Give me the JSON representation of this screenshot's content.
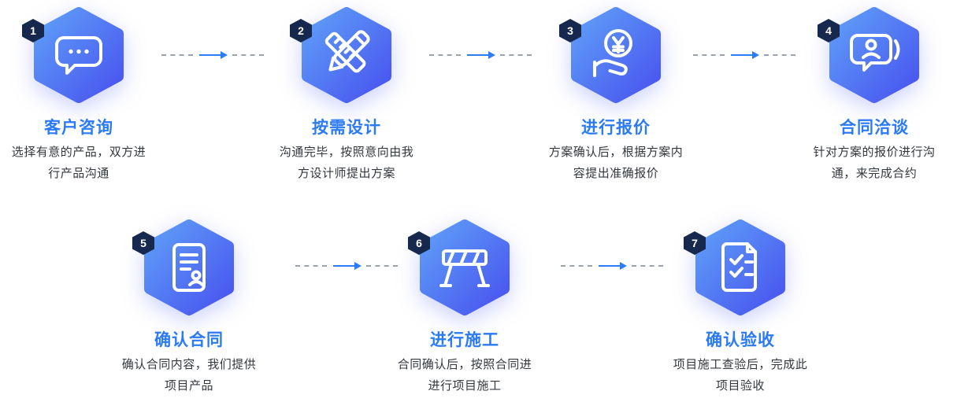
{
  "colors": {
    "hex_gradient_start": "#5f9ff8",
    "hex_gradient_end": "#4853ef",
    "badge": "#16284e",
    "title": "#2b7af7",
    "desc": "#33383f",
    "arrow": "#2b7cf8",
    "dash": "#9aa3ad"
  },
  "steps": [
    {
      "number": "1",
      "title": "客户咨询",
      "desc1": "选择有意的产品，双方进",
      "desc2": "行产品沟通",
      "icon": "chat-bubble-icon"
    },
    {
      "number": "2",
      "title": "按需设计",
      "desc1": "沟通完毕，按照意向由我",
      "desc2": "方设计师提出方案",
      "icon": "pencil-ruler-icon"
    },
    {
      "number": "3",
      "title": "进行报价",
      "desc1": "方案确认后，根据方案内",
      "desc2": "容提出准确报价",
      "icon": "yuan-coin-hand-icon"
    },
    {
      "number": "4",
      "title": "合同洽谈",
      "desc1": "针对方案的报价进行沟",
      "desc2": "通，来完成合约",
      "icon": "person-speech-bubble-icon"
    },
    {
      "number": "5",
      "title": "确认合同",
      "desc1": "确认合同内容，我们提供",
      "desc2": "项目产品",
      "icon": "contract-document-icon"
    },
    {
      "number": "6",
      "title": "进行施工",
      "desc1": "合同确认后，按照合同进",
      "desc2": "进行项目施工",
      "icon": "construction-barrier-icon"
    },
    {
      "number": "7",
      "title": "确认验收",
      "desc1": "项目施工查验后，完成此",
      "desc2": "项目验收",
      "icon": "checklist-icon"
    }
  ]
}
